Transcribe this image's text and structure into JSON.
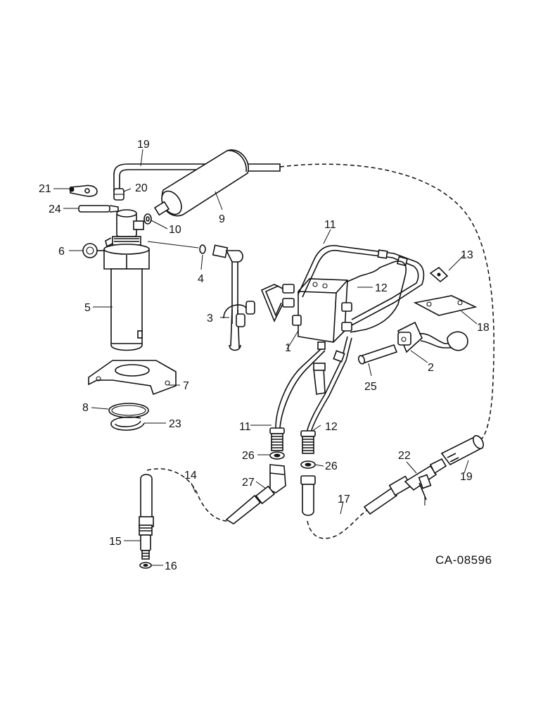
{
  "diagram": {
    "document_code": "CA-08596",
    "callouts": [
      {
        "id": "1",
        "text": "1"
      },
      {
        "id": "2",
        "text": "2"
      },
      {
        "id": "3",
        "text": "3"
      },
      {
        "id": "4",
        "text": "4"
      },
      {
        "id": "5",
        "text": "5"
      },
      {
        "id": "6",
        "text": "6"
      },
      {
        "id": "7",
        "text": "7"
      },
      {
        "id": "8",
        "text": "8"
      },
      {
        "id": "9",
        "text": "9"
      },
      {
        "id": "10",
        "text": "10"
      },
      {
        "id": "11a",
        "text": "11"
      },
      {
        "id": "11b",
        "text": "11"
      },
      {
        "id": "12a",
        "text": "12"
      },
      {
        "id": "12b",
        "text": "12"
      },
      {
        "id": "13",
        "text": "13"
      },
      {
        "id": "14",
        "text": "14"
      },
      {
        "id": "15",
        "text": "15"
      },
      {
        "id": "16",
        "text": "16"
      },
      {
        "id": "17",
        "text": "17"
      },
      {
        "id": "18",
        "text": "18"
      },
      {
        "id": "19a",
        "text": "19"
      },
      {
        "id": "19b",
        "text": "19"
      },
      {
        "id": "20",
        "text": "20"
      },
      {
        "id": "21",
        "text": "21"
      },
      {
        "id": "22",
        "text": "22"
      },
      {
        "id": "23",
        "text": "23"
      },
      {
        "id": "24",
        "text": "24"
      },
      {
        "id": "25",
        "text": "25"
      },
      {
        "id": "26a",
        "text": "26"
      },
      {
        "id": "26b",
        "text": "26"
      },
      {
        "id": "27",
        "text": "27"
      }
    ]
  }
}
